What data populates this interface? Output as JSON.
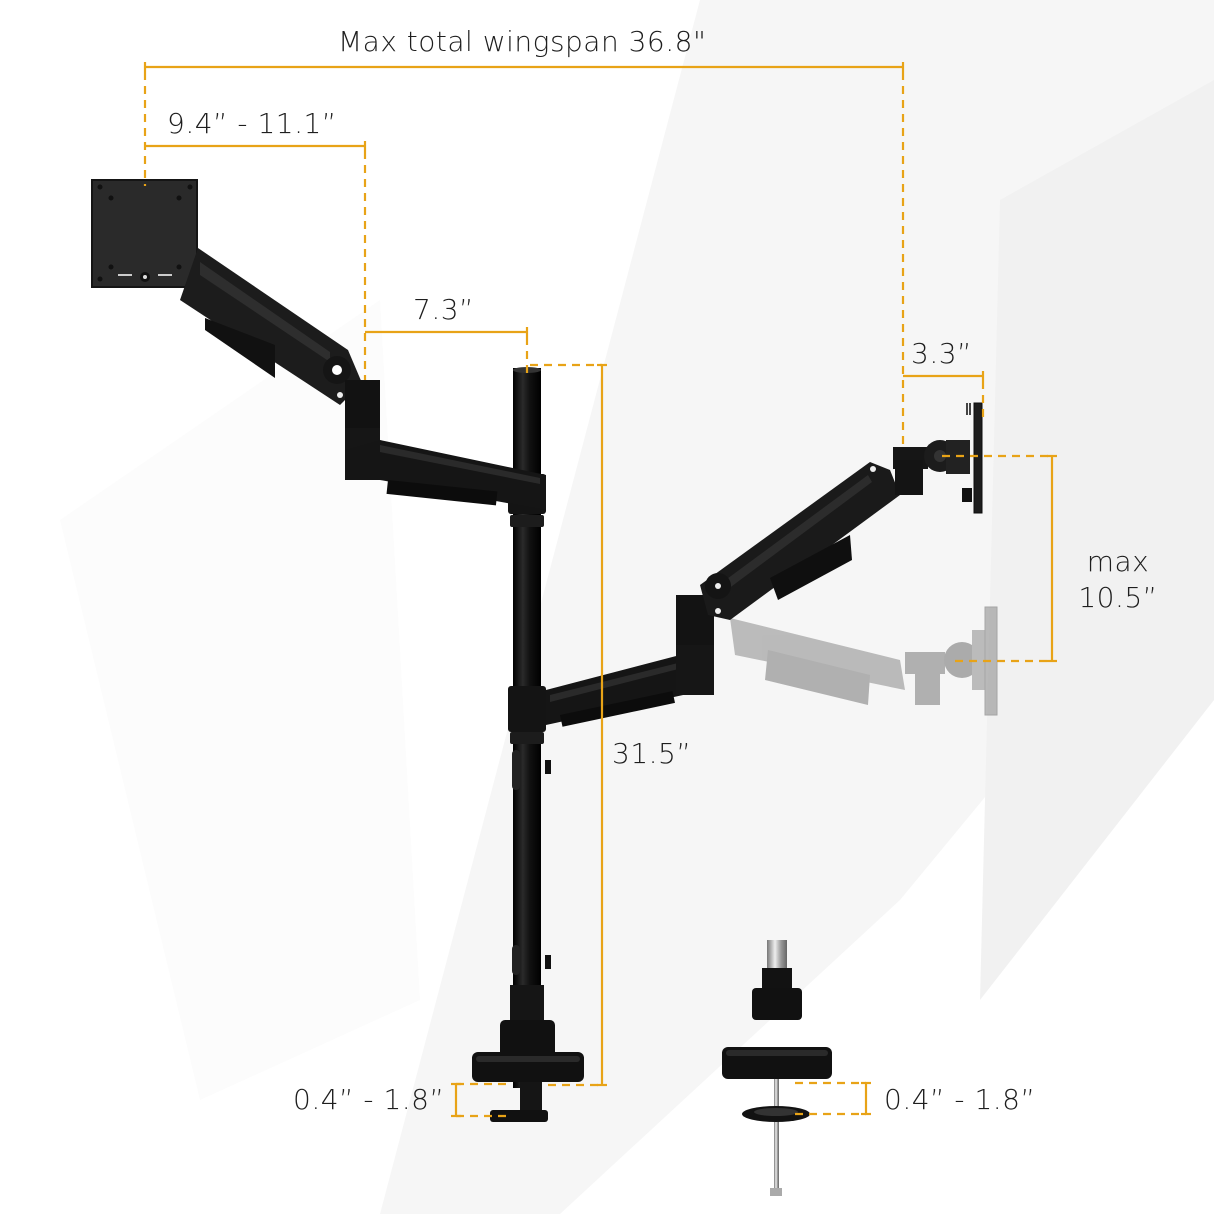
{
  "diagram": {
    "subject": "Dual monitor arm with pole, clamp and grommet mounts",
    "accent_color": "#E8A317",
    "product_color": "#151515",
    "ghost_color": "#9a9a9a",
    "background_color": "#ffffff"
  },
  "dimensions": {
    "wingspan": {
      "label": "Max total wingspan 36.8\""
    },
    "arm_reach": {
      "label": "9.4” - 11.1”"
    },
    "pole_offset": {
      "label": "7.3”"
    },
    "plate_offset": {
      "label": "3.3”"
    },
    "height_adjust": {
      "line1": "max",
      "line2": "10.5”"
    },
    "pole_height": {
      "label": "31.5”"
    },
    "clamp_range": {
      "label": "0.4” - 1.8”"
    },
    "grommet_range": {
      "label": "0.4” - 1.8”"
    }
  },
  "components": [
    {
      "name": "vesa-plate-left"
    },
    {
      "name": "gas-spring-arm-left"
    },
    {
      "name": "extension-arm-left"
    },
    {
      "name": "center-pole"
    },
    {
      "name": "extension-arm-right"
    },
    {
      "name": "gas-spring-arm-right"
    },
    {
      "name": "vesa-plate-right"
    },
    {
      "name": "ghost-arm-lowered"
    },
    {
      "name": "desk-clamp-base"
    },
    {
      "name": "grommet-mount"
    }
  ]
}
